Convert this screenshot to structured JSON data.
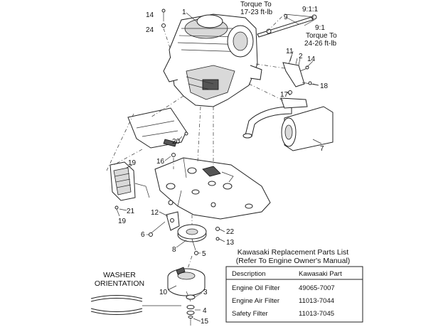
{
  "callouts": {
    "c1": "1",
    "c2": "2",
    "c3": "3",
    "c4": "4",
    "c5": "5",
    "c6": "6",
    "c7": "7",
    "c8": "8",
    "c9": "9",
    "c10": "10",
    "c11": "11",
    "c12": "12",
    "c13": "13",
    "c14": "14",
    "c15": "15",
    "c16": "16",
    "c17": "17",
    "c18": "18",
    "c19": "19",
    "c20": "20",
    "c21": "21",
    "c22": "22",
    "c24": "24"
  },
  "notes": {
    "torque1_line1": "Torque To",
    "torque1_line2": "17-23 ft-lb",
    "ratio_top": "9:1:1",
    "ratio": "9:1",
    "torque2_line1": "Torque To",
    "torque2_line2": "24-26 ft-lb"
  },
  "washer": {
    "line1": "WASHER",
    "line2": "ORIENTATION"
  },
  "parts": {
    "title": "Kawasaki Replacement Parts List",
    "subtitle": "(Refer To Engine Owner's Manual)",
    "headers": [
      "Description",
      "Kawasaki Part"
    ],
    "rows": [
      {
        "description": "Engine Oil Filter",
        "part": "49065-7007"
      },
      {
        "description": "Engine Air Filter",
        "part": "11013-7044"
      },
      {
        "description": "Safety Filter",
        "part": "11013-7045"
      }
    ]
  }
}
